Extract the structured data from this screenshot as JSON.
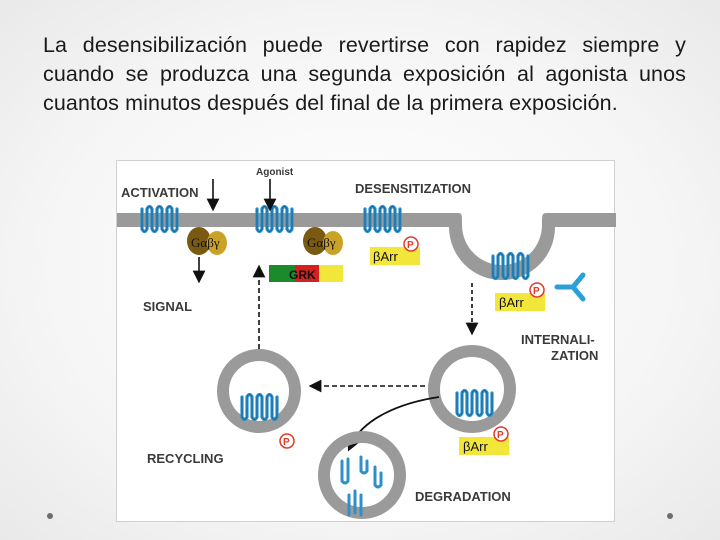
{
  "slide": {
    "paragraph": "La desensibilización puede revertirse con rapidez siempre y cuando se produzca una segunda exposición al agonista unos cuantos minutos después del final de la primera exposición."
  },
  "diagram": {
    "labels": {
      "activation": "ACTIVATION",
      "agonist": "Agonist",
      "desensitization": "DESENSITIZATION",
      "signal": "SIGNAL",
      "internalization_line1": "INTERNALI-",
      "internalization_line2": "ZATION",
      "recycling": "RECYCLING",
      "degradation": "DEGRADATION",
      "grk": "GRK",
      "g_protein": "Gαβγ",
      "beta_arrestin": "βArr",
      "phospho": "P"
    },
    "colors": {
      "membrane": "#9a9a9a",
      "receptor": "#2f8fc9",
      "g_protein": "#c9a227",
      "g_protein_dark": "#7a5a10",
      "arrestin": "#f2e63a",
      "phospho": "#e23a2a",
      "grk_left": "#1a8a2a",
      "grk_right": "#d42020",
      "antibody": "#2aa0d8"
    }
  }
}
